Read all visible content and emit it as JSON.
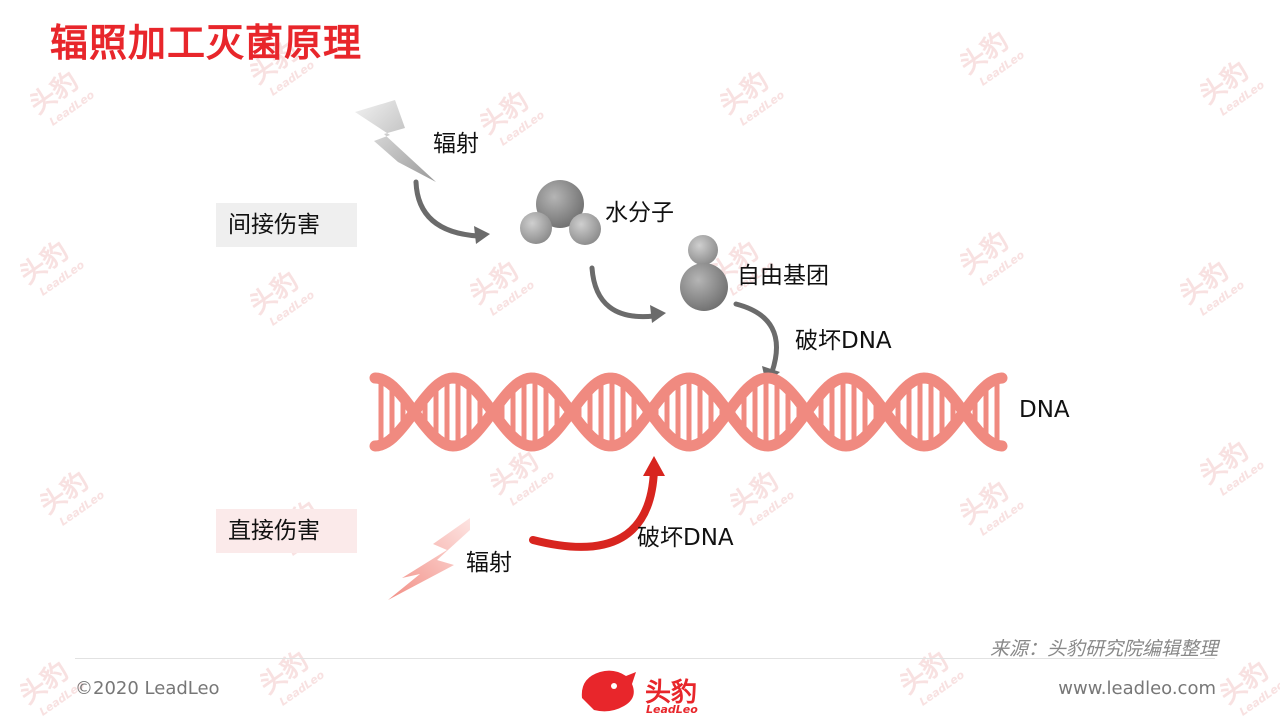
{
  "title": "辐照加工灭菌原理",
  "indirect": {
    "badge": "间接伤害",
    "radiation": "辐射",
    "water": "水分子",
    "radical": "自由基团",
    "damage": "破坏DNA"
  },
  "dna_label": "DNA",
  "direct": {
    "badge": "直接伤害",
    "radiation": "辐射",
    "damage": "破坏DNA"
  },
  "footer": {
    "source": "来源：头豹研究院编辑整理",
    "copyright": "©2020 LeadLeo",
    "website": "www.leadleo.com",
    "logo_text": "头豹",
    "logo_sub": "LeadLeo"
  },
  "watermark": {
    "text": "头豹",
    "sub": "LeadLeo"
  },
  "colors": {
    "title": "#e8262b",
    "dna": "#f08a80",
    "gray_arrow": "#6b6b6b",
    "red_arrow": "#d8251f"
  }
}
